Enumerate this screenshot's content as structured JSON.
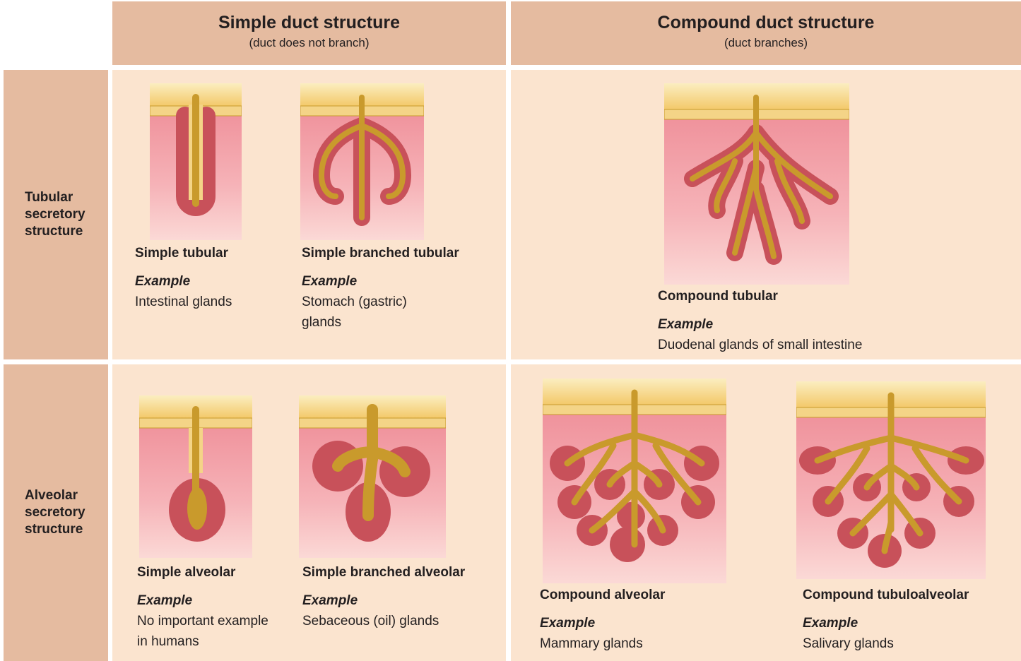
{
  "columns": [
    {
      "title": "Simple duct structure",
      "subtitle": "(duct does not branch)"
    },
    {
      "title": "Compound duct structure",
      "subtitle": "(duct branches)"
    }
  ],
  "rows": [
    {
      "label": "Tubular\nsecretory\nstructure"
    },
    {
      "label": "Alveolar\nsecretory\nstructure"
    }
  ],
  "example_label": "Example",
  "glands": {
    "simple_tubular": {
      "name": "Simple tubular",
      "example": "Intestinal glands"
    },
    "simple_branched_tubular": {
      "name": "Simple branched tubular",
      "example": "Stomach (gastric)\nglands"
    },
    "compound_tubular": {
      "name": "Compound tubular",
      "example": "Duodenal glands of small intestine"
    },
    "simple_alveolar": {
      "name": "Simple alveolar",
      "example": "No important example\nin humans"
    },
    "simple_branched_alveolar": {
      "name": "Simple branched alveolar",
      "example": "Sebaceous (oil) glands"
    },
    "compound_alveolar": {
      "name": "Compound alveolar",
      "example": "Mammary glands"
    },
    "compound_tubuloalveolar": {
      "name": "Compound tubuloalveolar",
      "example": "Salivary glands"
    }
  },
  "colors": {
    "header": "#e5bba0",
    "cell": "#fbe4cf",
    "tissue": "#f3a3ab",
    "epithelium": "#f6d78a",
    "duct": "#c99a2c",
    "secretory": "#c8515a"
  }
}
